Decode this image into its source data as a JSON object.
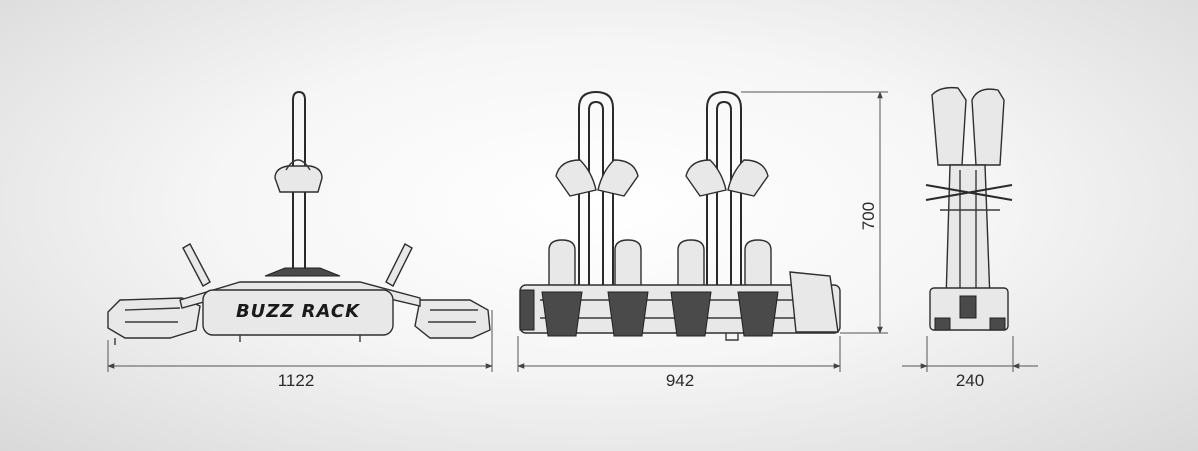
{
  "brand_text": "BUZZ RACK",
  "dimensions": {
    "side_width": "1122",
    "front_width": "942",
    "front_height": "700",
    "top_width": "240"
  }
}
